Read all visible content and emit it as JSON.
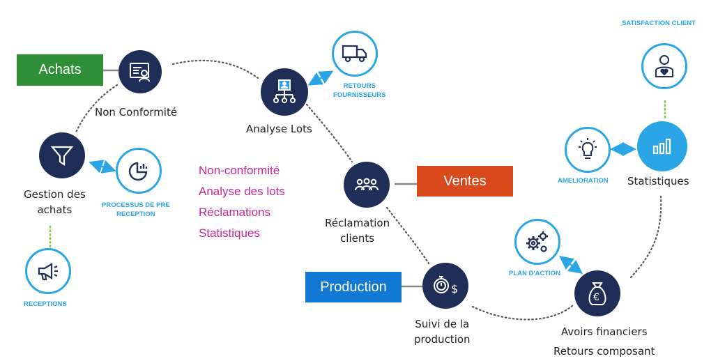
{
  "categories": {
    "achats": "Achats",
    "ventes": "Ventes",
    "production": "Production"
  },
  "colors": {
    "achats": "#2e8f38",
    "ventes": "#d84a1b",
    "production": "#1078d3",
    "dark_node": "#1e2e57",
    "accent_blue": "#2aa6e6",
    "pink_text": "#c2289a",
    "green_dots": "#8cc63f"
  },
  "nodes": {
    "non_conformite": "Non Conformité",
    "analyse_lots": "Analyse Lots",
    "gestion_achats": [
      "Gestion des",
      "achats"
    ],
    "reclamation_clients": [
      "Réclamation",
      "clients"
    ],
    "suivi_production": [
      "Suivi de la",
      "production"
    ],
    "avoirs": [
      "Avoirs financiers",
      "Retours composant"
    ],
    "statistiques": "Statistiques"
  },
  "satellites": {
    "retours_fournisseurs": [
      "RETOURS",
      "FOURNISSEURS"
    ],
    "processus_pre_reception": [
      "PROCESSUS DE PRE",
      "RECEPTION"
    ],
    "receptions": "RECEPTIONS",
    "satisfaction_client": "SATISFACTION CLIENT",
    "amelioration": "AMELIORATION",
    "plan_action": "PLAN D'ACTION"
  },
  "features": [
    "Non-conformité",
    "Analyse des lots",
    "Réclamations",
    "Statistiques"
  ],
  "icons": {
    "non_conformite": "document-user-icon",
    "analyse_lots": "org-chart-icon",
    "gestion_achats": "funnel-icon",
    "reclamation_clients": "people-group-icon",
    "suivi_production": "stopwatch-dollar-icon",
    "avoirs": "euro-money-bag-icon",
    "statistiques": "bar-chart-icon",
    "retours_fournisseurs": "truck-icon",
    "processus_pre_reception": "pie-chart-icon",
    "receptions": "megaphone-icon",
    "satisfaction_client": "user-heart-icon",
    "amelioration": "lightbulb-icon",
    "plan_action": "gears-icon"
  }
}
